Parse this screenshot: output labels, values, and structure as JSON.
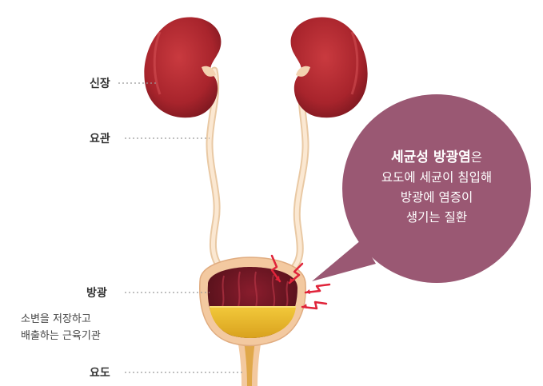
{
  "labels": {
    "kidney": "신장",
    "ureter": "요관",
    "bladder": "방광",
    "bladder_desc_line1": "소변을 저장하고",
    "bladder_desc_line2": "배출하는 근육기관",
    "urethra": "요도"
  },
  "bubble": {
    "title": "세균성 방광염",
    "title_suffix": "은",
    "line2": "요도에 세균이 침입해",
    "line3": "방광에 염증이",
    "line4": "생기는 질환"
  },
  "colors": {
    "kidney": "#b3262e",
    "kidney_shade": "#8c1a22",
    "ureter": "#f5d9b8",
    "bladder_wall": "#f3c9a0",
    "bladder_inner": "#6e1522",
    "urine": "#e8b82a",
    "bubble": "#9a5873",
    "leader": "#999999"
  }
}
